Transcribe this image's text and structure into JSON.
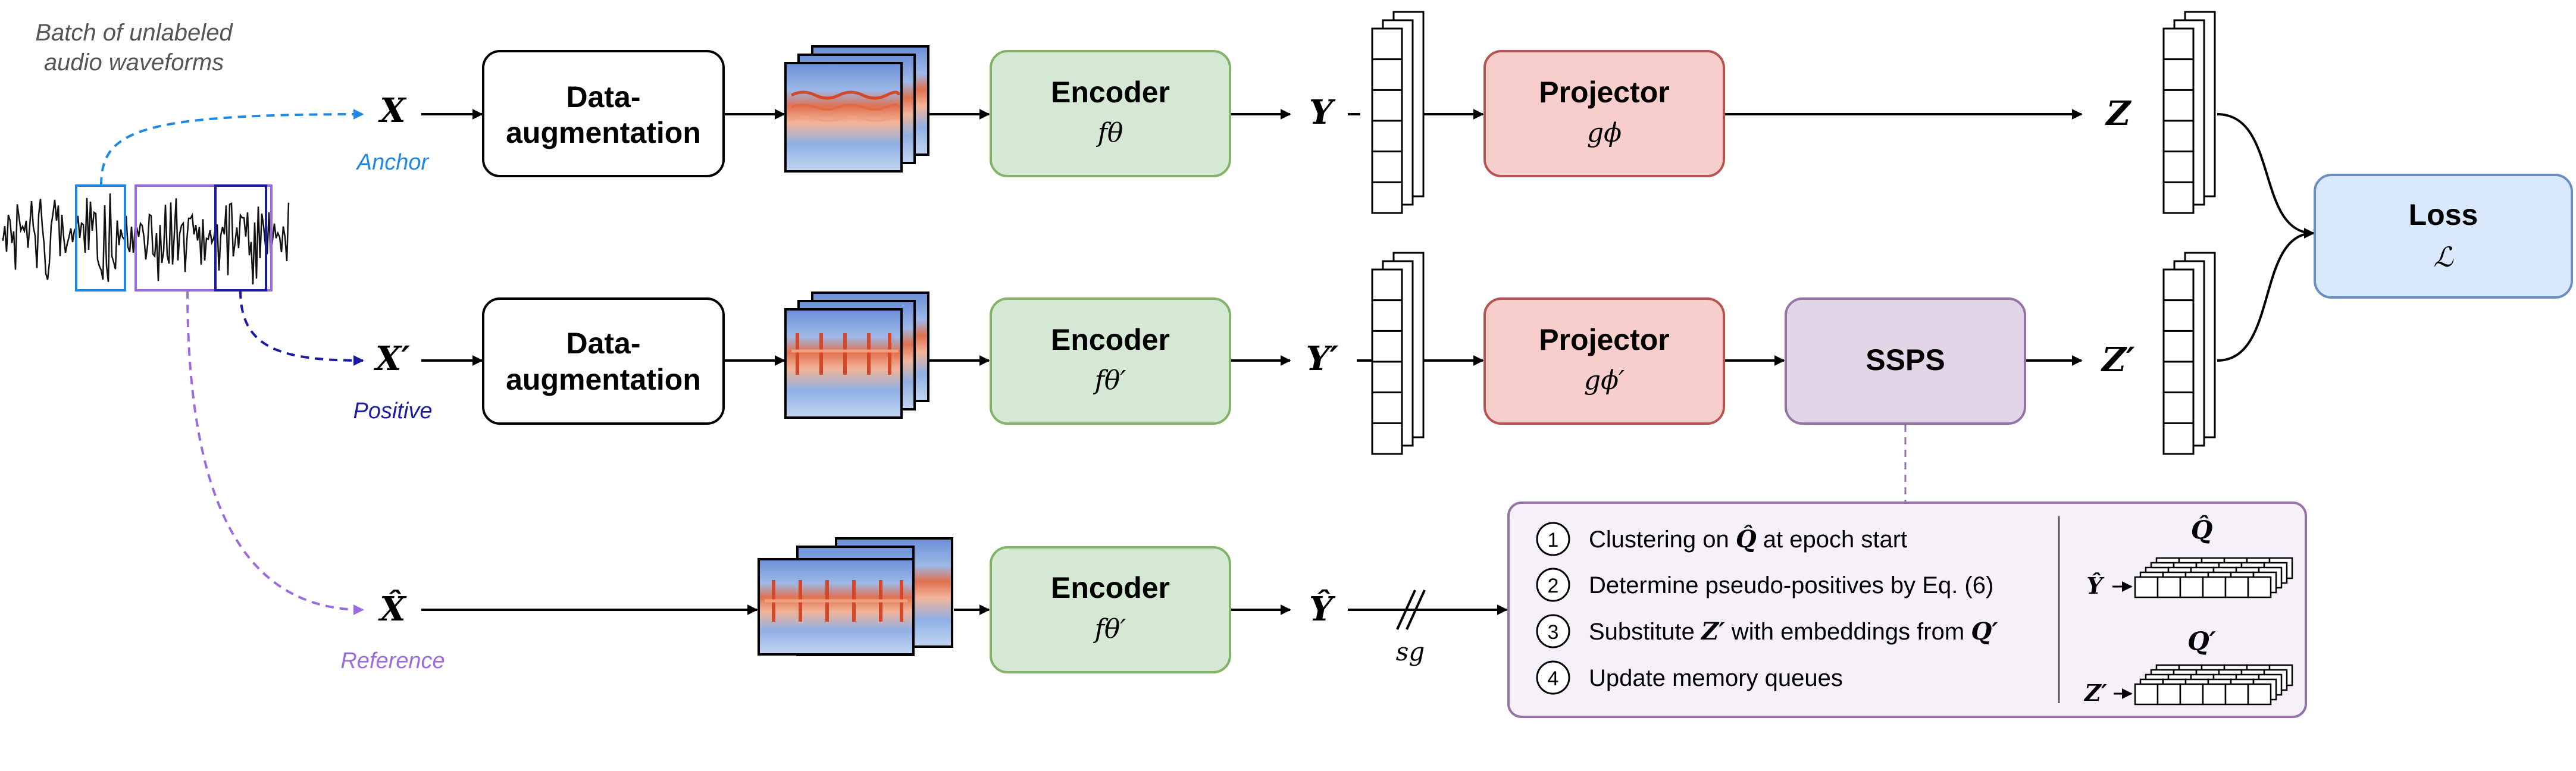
{
  "batch_label": {
    "line1": "Batch of unlabeled",
    "line2": "audio waveforms"
  },
  "branches": {
    "anchor": {
      "input": "X",
      "name": "Anchor",
      "embedding": "Y",
      "output": "Z"
    },
    "positive": {
      "input": "X′",
      "name": "Positive",
      "embedding": "Y′",
      "output": "Z′"
    },
    "reference": {
      "input": "X̂",
      "name": "Reference",
      "embedding": "Ŷ"
    }
  },
  "blocks": {
    "augment": {
      "line1": "Data-",
      "line2": "augmentation"
    },
    "encoder": {
      "label": "Encoder",
      "param_anchor": "fθ",
      "param_other": "fθ′"
    },
    "projector": {
      "label": "Projector",
      "param_anchor": "gϕ",
      "param_positive": "gϕ′"
    },
    "sspa": {
      "label": "SSPS"
    },
    "loss": {
      "label": "Loss",
      "symbol": "ℒ"
    }
  },
  "stopgrad": "sg",
  "steps": {
    "s1": {
      "num": "1",
      "text": "Clustering on",
      "sym": "Q̂",
      "tail": "at epoch start"
    },
    "s2": {
      "num": "2",
      "text": "Determine pseudo-positives by Eq. (6)"
    },
    "s3": {
      "num": "3",
      "text": "Substitute",
      "sym": "Z′",
      "mid": "with embeddings from",
      "sym2": "Q′"
    },
    "s4": {
      "num": "4",
      "text": "Update memory queues"
    }
  },
  "queues": {
    "q_hat": {
      "title": "Q̂",
      "input": "Ŷ"
    },
    "q_prime": {
      "title": "Q′",
      "input": "Z′"
    }
  },
  "colors": {
    "anchor": "#1E88E5",
    "positive": "#1A1AA6",
    "reference": "#9B6BE0",
    "encoder_fill": "#D5E8D4",
    "encoder_stroke": "#82B366",
    "projector_fill": "#F8CECC",
    "projector_stroke": "#B85450",
    "sspa_fill": "#E1D5E7",
    "sspa_stroke": "#9673A6",
    "loss_fill": "#DAE8FC",
    "loss_stroke": "#6C8EBF"
  }
}
